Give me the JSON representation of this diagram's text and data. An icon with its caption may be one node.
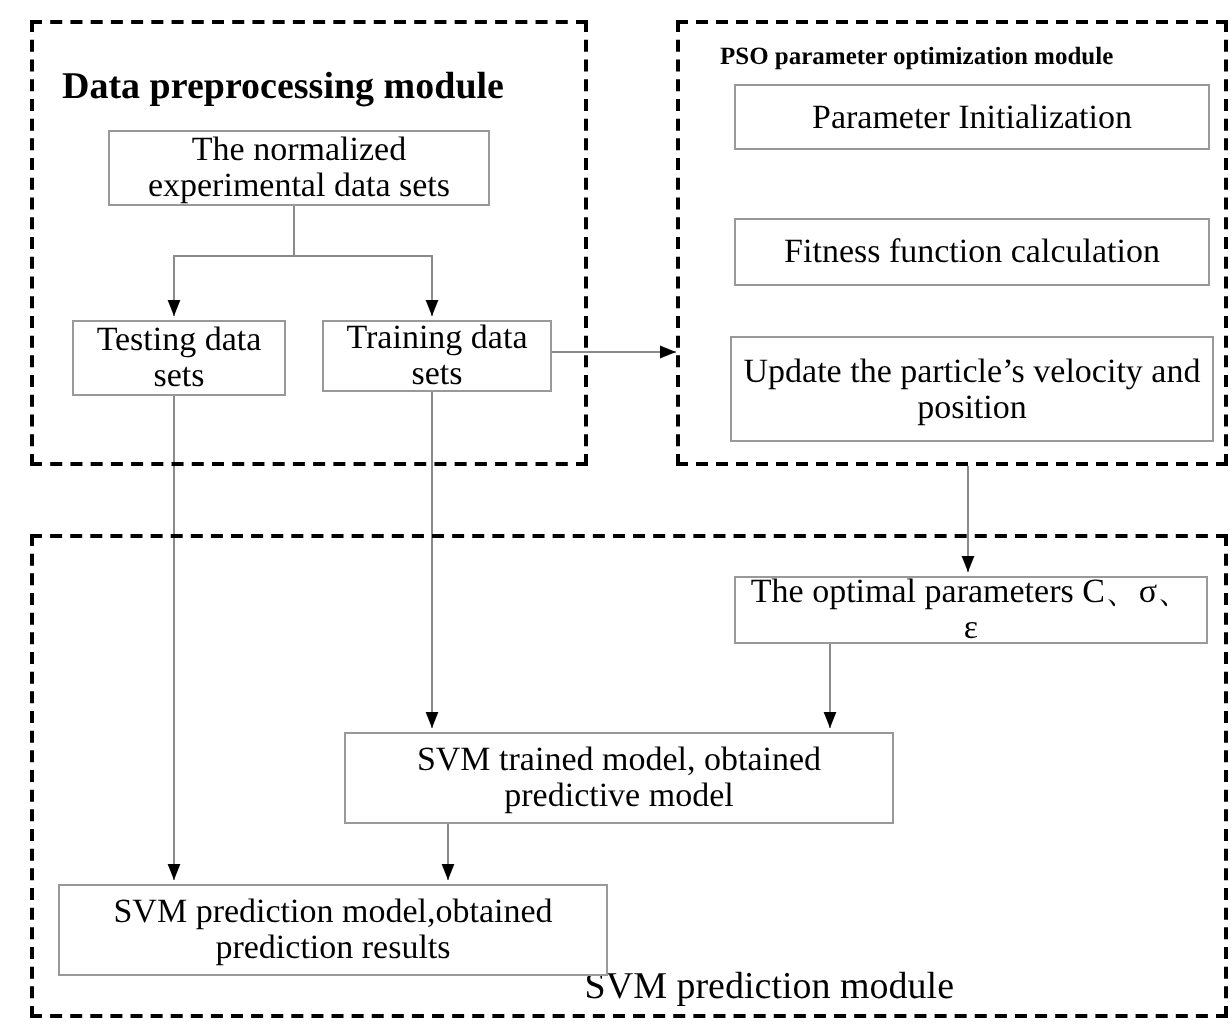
{
  "diagram": {
    "nodes": [
      {
        "text": [
          "Data  preprocessing module"
        ]
      },
      {
        "text": [
          "The normalized experimental data sets"
        ],
        "in": 0
      },
      {
        "text": [
          "Testing data sets"
        ],
        "in": 0
      },
      {
        "text": [
          "Training data sets"
        ],
        "in": 0
      },
      {
        "text": [
          "PSO parameter optimization module"
        ]
      },
      {
        "text": [
          "Parameter Initialization"
        ],
        "in": 4
      },
      {
        "text": [
          "Fitness function calculation"
        ],
        "in": 4
      },
      {
        "text": [
          "Update the particle’s velocity and position"
        ],
        "in": 4
      },
      {
        "text": [
          "SVM prediction module"
        ]
      },
      {
        "text": [
          "The optimal parameters C、σ、ε"
        ],
        "in": 8
      },
      {
        "text": [
          "SVM trained model, obtained predictive model"
        ],
        "in": 8
      },
      {
        "text": [
          "SVM prediction model,obtained prediction results"
        ],
        "in": 8
      }
    ],
    "edges": [
      {
        "from": 1,
        "to": 2,
        "arrow": "to"
      },
      {
        "from": 1,
        "to": 3,
        "arrow": "to"
      },
      {
        "from": 3,
        "to": 4,
        "arrow": "to"
      },
      {
        "from": 4,
        "to": 9,
        "arrow": "to"
      },
      {
        "from": 2,
        "to": 11,
        "arrow": "to"
      },
      {
        "from": 3,
        "to": 10,
        "arrow": "to"
      },
      {
        "from": 9,
        "to": 10,
        "arrow": "to"
      },
      {
        "from": 10,
        "to": 11,
        "arrow": "to"
      }
    ]
  }
}
